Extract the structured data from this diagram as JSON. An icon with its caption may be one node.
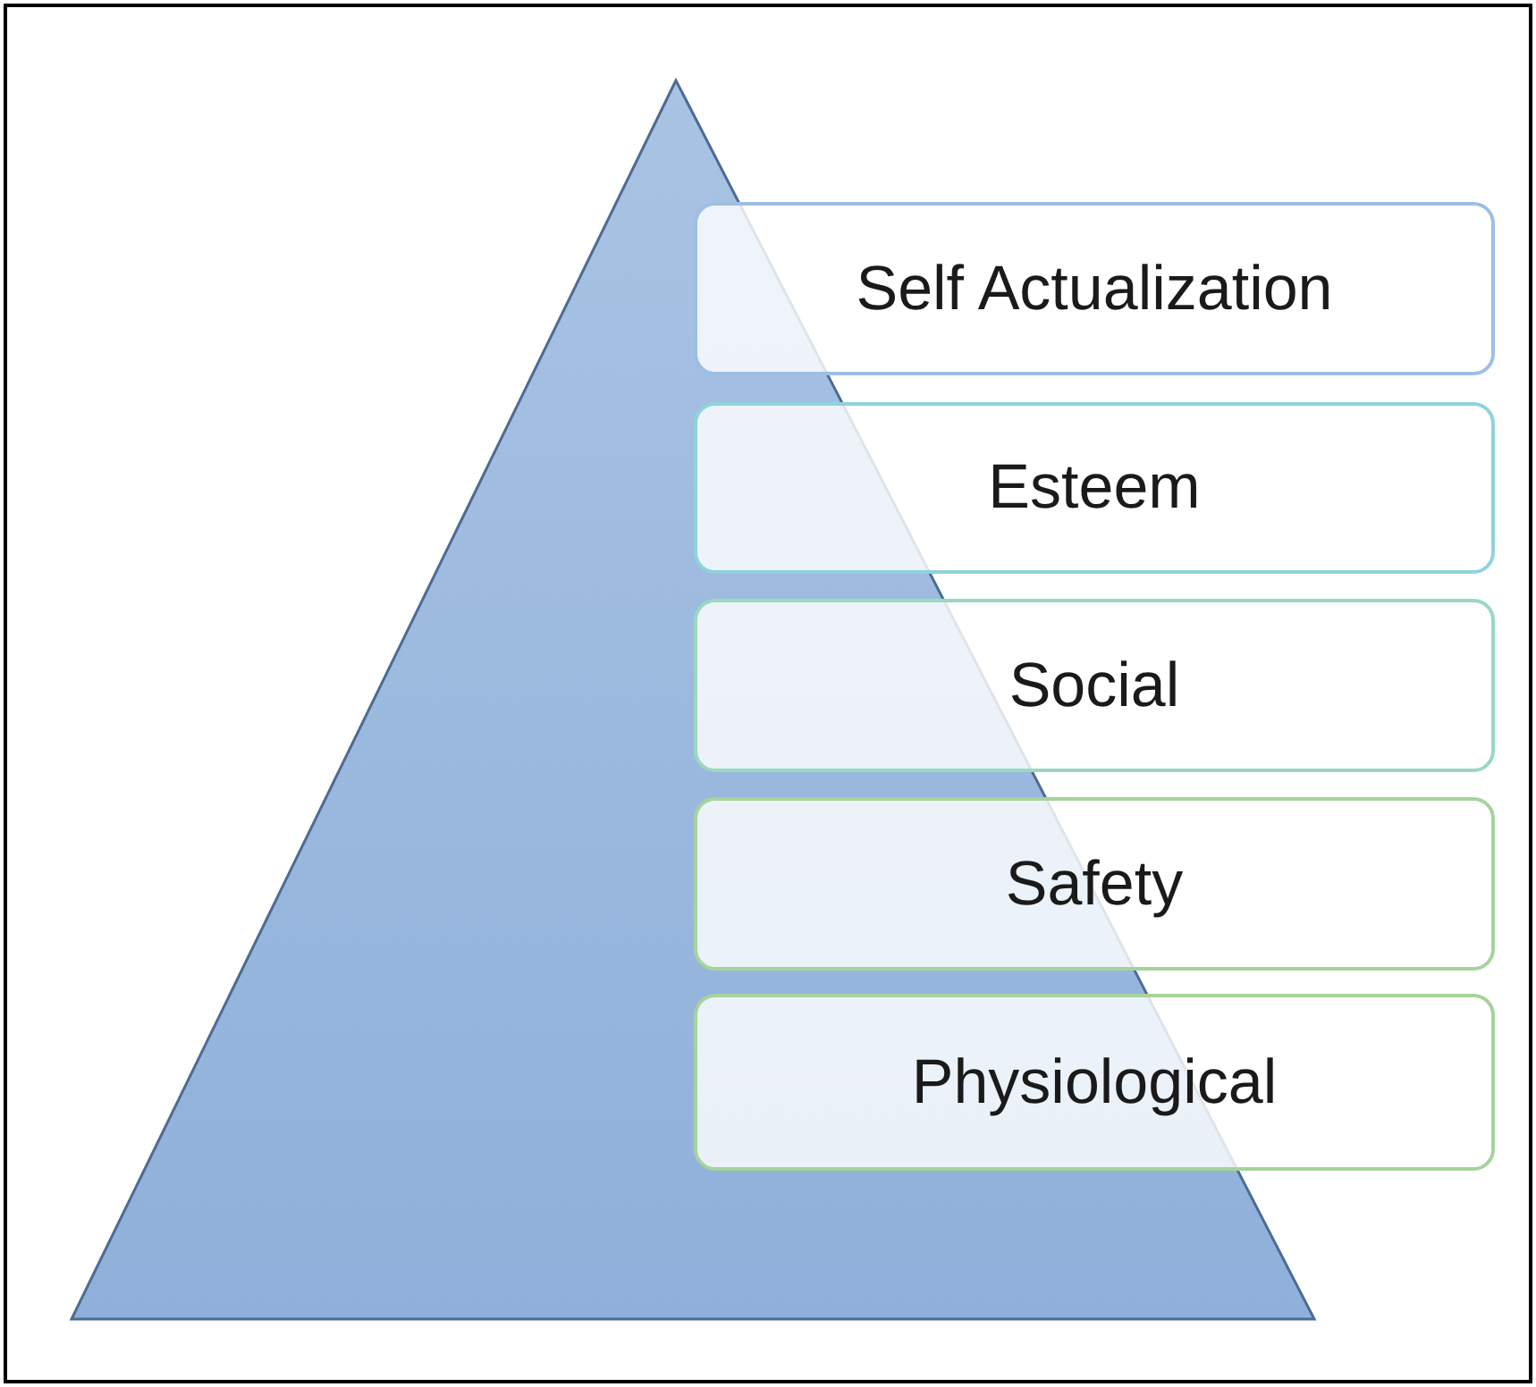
{
  "diagram": {
    "nodes": [
      {
        "text": [
          "Self Actualization"
        ]
      },
      {
        "text": [
          "Esteem"
        ]
      },
      {
        "text": [
          "Social"
        ]
      },
      {
        "text": [
          "Safety"
        ]
      },
      {
        "text": [
          "Physiological"
        ]
      }
    ],
    "edges": []
  }
}
